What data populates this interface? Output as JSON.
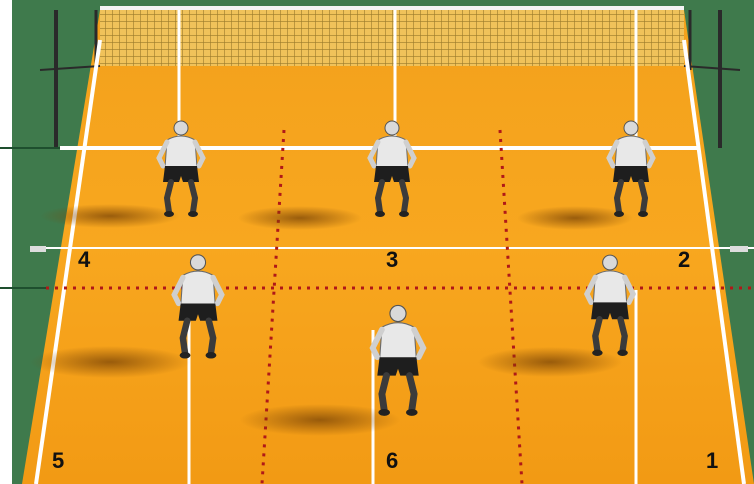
{
  "court": {
    "colors": {
      "floor_light": "#f6a21a",
      "floor_dark": "#e98a0c",
      "surround": "#3f7a4c",
      "lines": "#ffffff",
      "zone_divider": "#b01818",
      "net_mesh": "#c9a83a",
      "player_shirt": "#e6e6e6",
      "player_shorts": "#1c1c1c",
      "shadow": "#7a4406"
    },
    "positions": [
      {
        "id": "1",
        "label": "1"
      },
      {
        "id": "2",
        "label": "2"
      },
      {
        "id": "3",
        "label": "3"
      },
      {
        "id": "4",
        "label": "4"
      },
      {
        "id": "5",
        "label": "5"
      },
      {
        "id": "6",
        "label": "6"
      }
    ],
    "player_count": 6
  }
}
